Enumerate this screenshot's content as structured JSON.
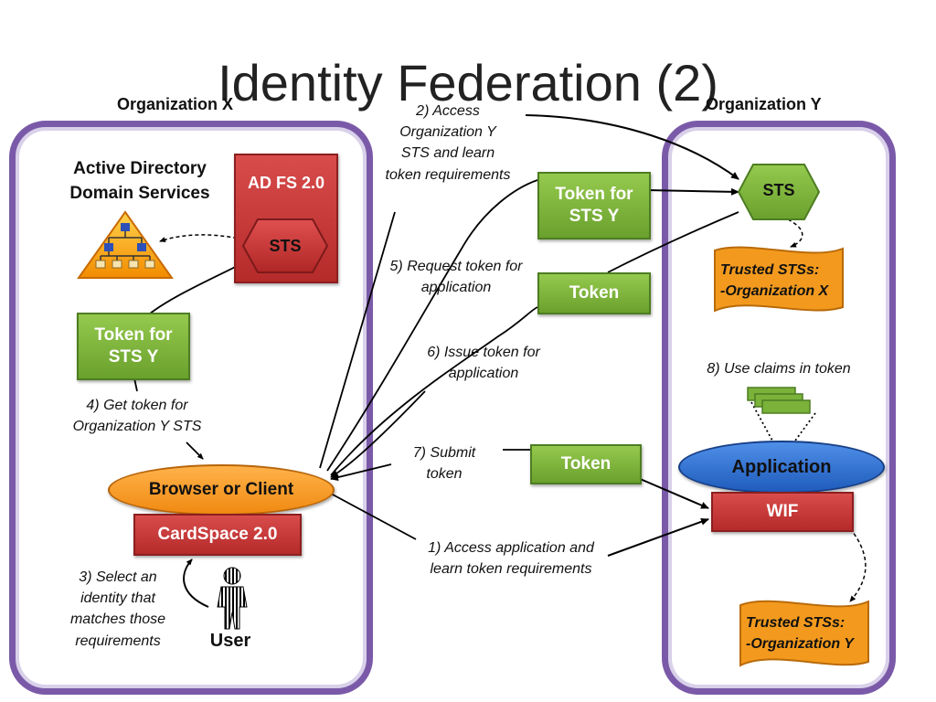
{
  "title": "Identity Federation (2)",
  "organizations": {
    "x": "Organization X",
    "y": "Organization Y"
  },
  "org_x": {
    "ad_label": "Active Directory Domain Services",
    "adfs_label": "AD FS 2.0",
    "sts_label": "STS",
    "token_for_sts_y": "Token for STS Y",
    "browser_label": "Browser or Client",
    "cardspace_label": "CardSpace 2.0",
    "user_label": "User"
  },
  "org_y": {
    "sts_label": "STS",
    "trusted_top_line1": "Trusted STSs:",
    "trusted_top_line2": "-Organization X",
    "application_label": "Application",
    "wif_label": "WIF",
    "trusted_bottom_line1": "Trusted STSs:",
    "trusted_bottom_line2": "-Organization Y"
  },
  "middle_tokens": {
    "token_for_sts_y": "Token for STS Y",
    "token_issued": "Token",
    "token_submitted": "Token"
  },
  "steps": {
    "step1": "1) Access application and learn token requirements",
    "step2": "2) Access Organization Y STS and learn token requirements",
    "step3": "3) Select an identity that matches those requirements",
    "step4": "4) Get token for Organization Y STS",
    "step5": "5) Request token for application",
    "step6": "6) Issue token for application",
    "step7": "7) Submit token",
    "step8": "8) Use claims in token"
  },
  "colors": {
    "org_border": "#7a5aa8",
    "token_green": "#7ab23a",
    "red_box": "#c43a3a",
    "application_blue": "#2f6fd0",
    "trusted_orange": "#f39a1e"
  }
}
